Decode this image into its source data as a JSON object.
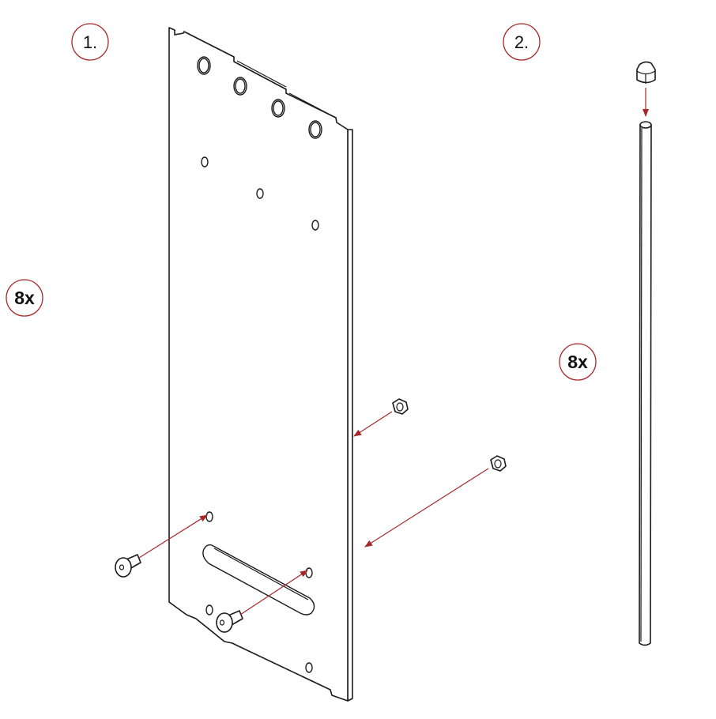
{
  "steps": [
    {
      "number": "1."
    },
    {
      "number": "2."
    }
  ],
  "quantities": [
    {
      "label": "8x"
    },
    {
      "label": "8x"
    }
  ],
  "colors": {
    "badge_stroke": "#a8282a",
    "arrow": "#a8282a",
    "line": "#1a1a1a"
  },
  "icons": [
    "mounting-plate",
    "button-head-screw",
    "hex-nut",
    "threaded-rod",
    "cap-nut",
    "assembly-arrow"
  ]
}
